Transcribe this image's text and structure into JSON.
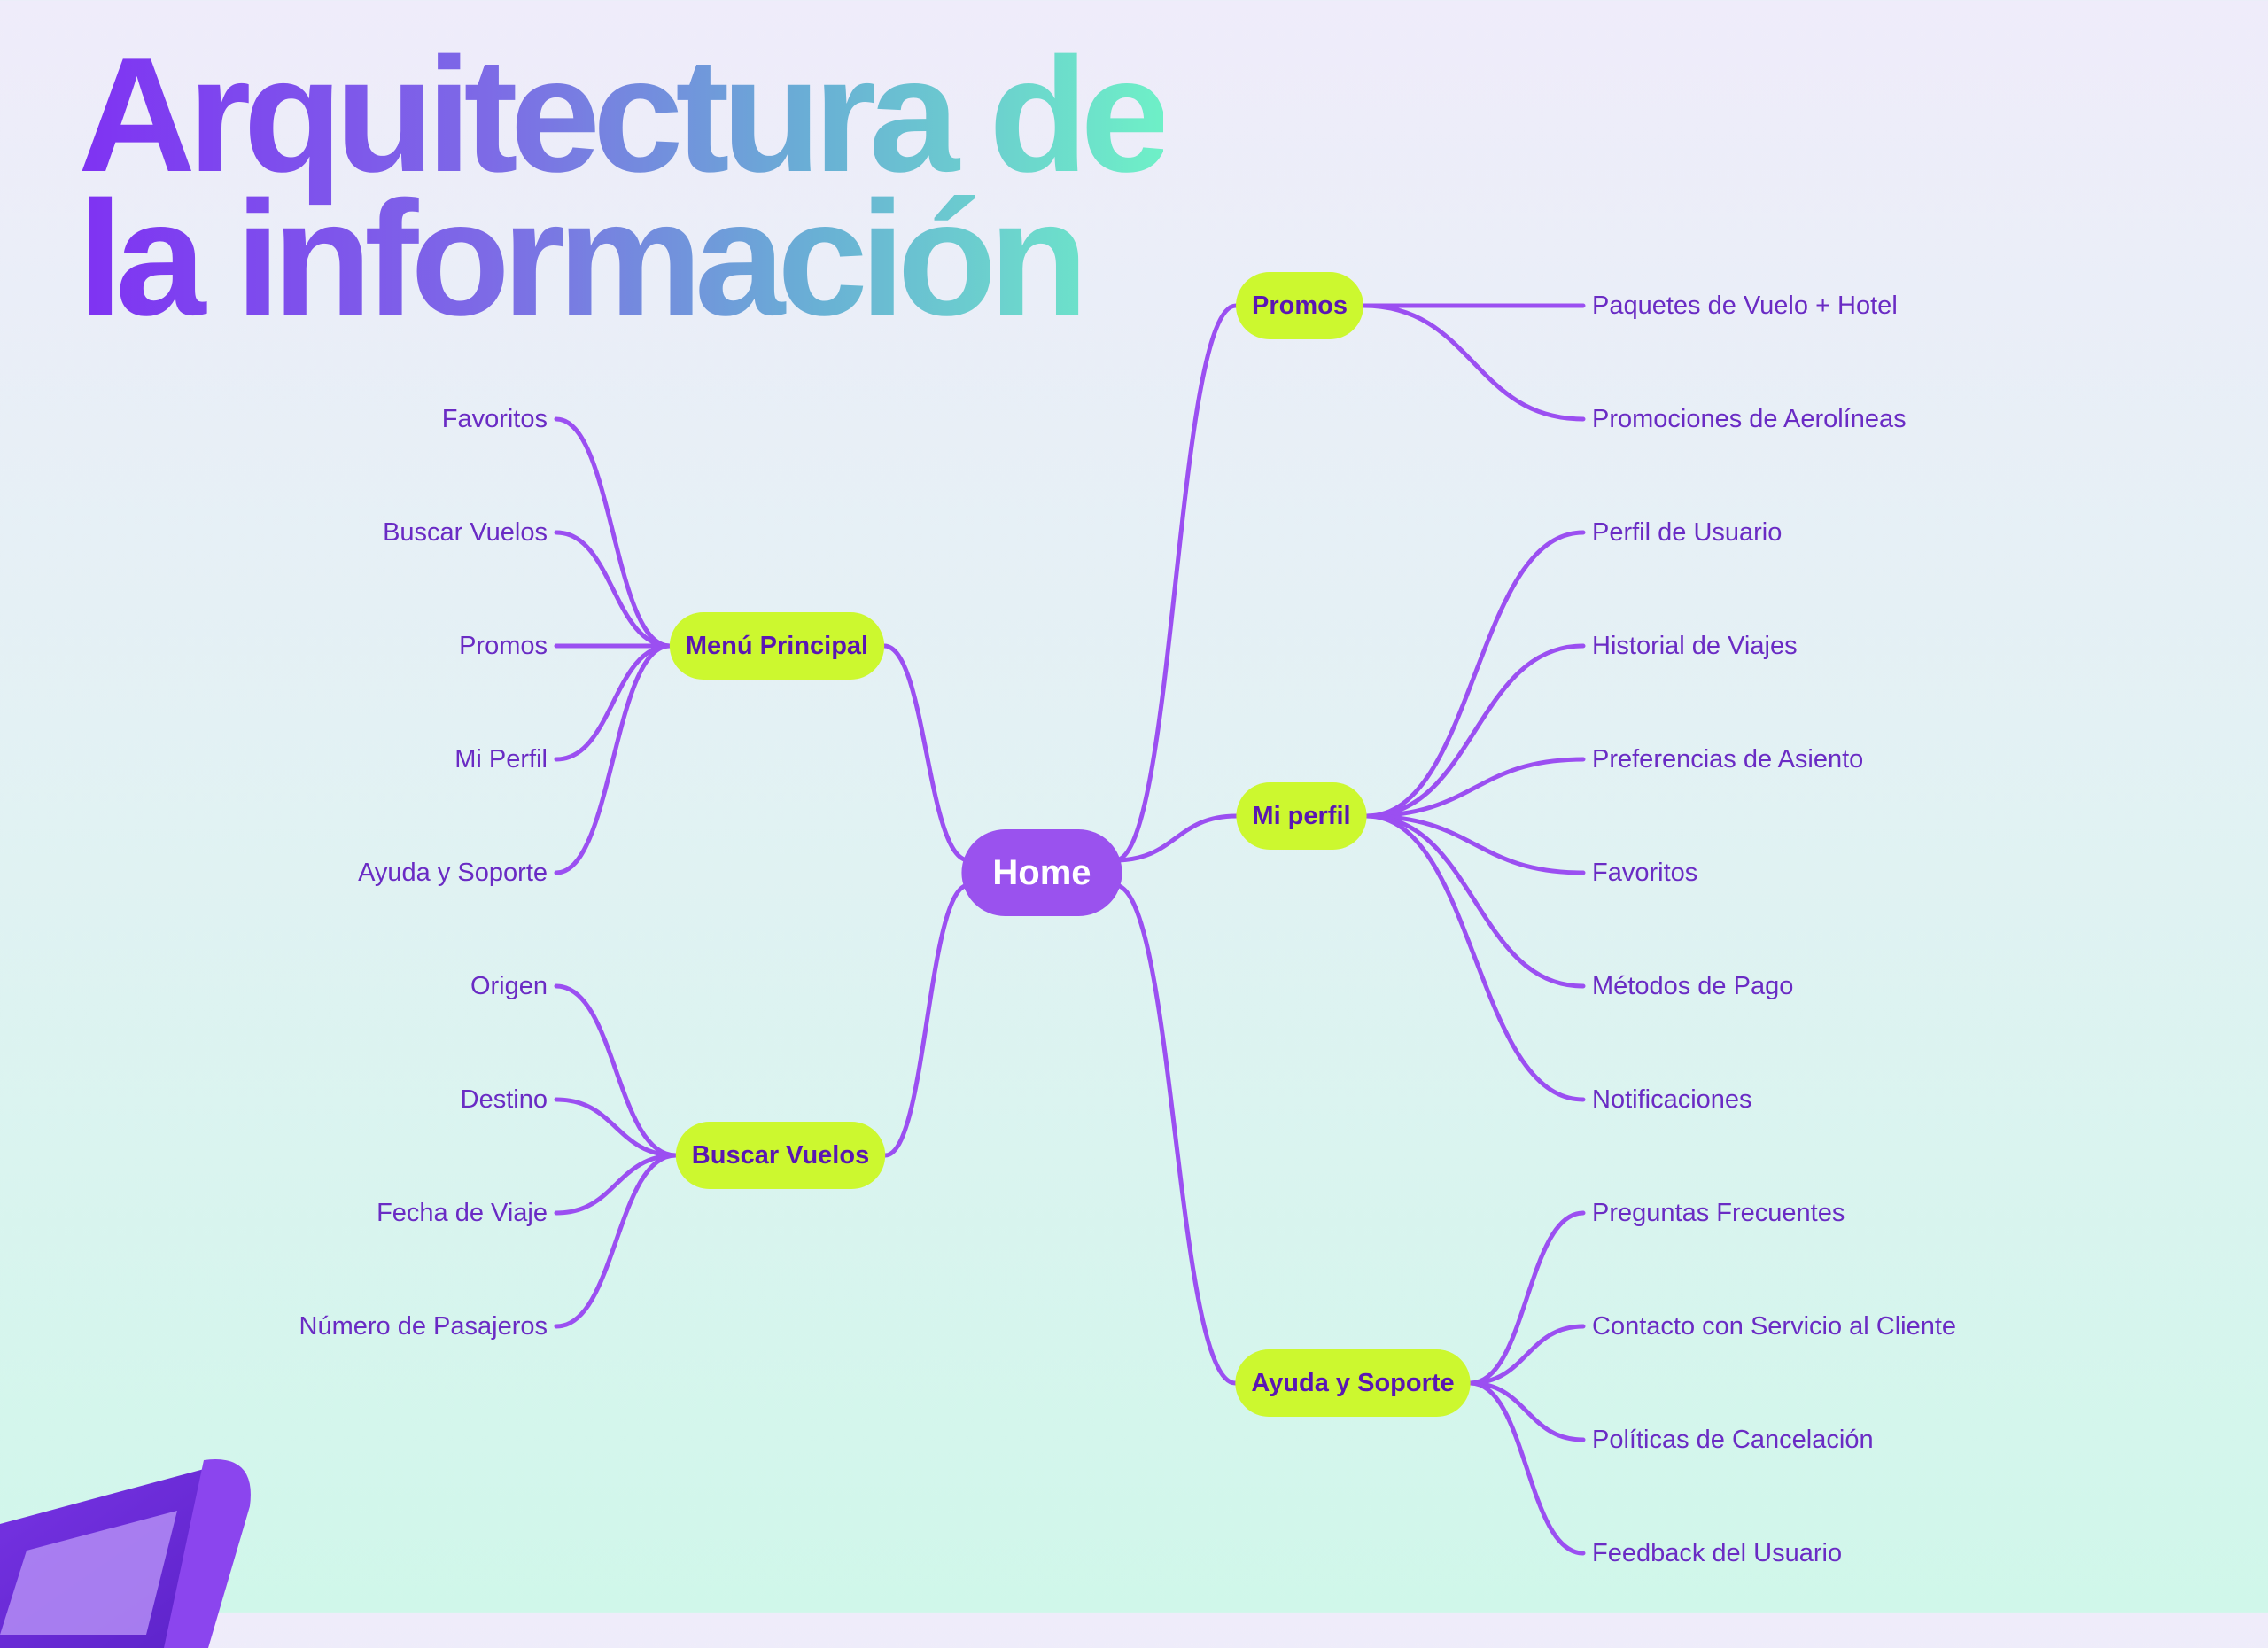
{
  "title": {
    "line1": "Arquitectura de",
    "line2": "la información"
  },
  "colors": {
    "background_top": "#efecfa",
    "background_bottom": "#d0f7ea",
    "title_gradient": [
      "#7f32f3",
      "#69b0d5",
      "#6ef0c7"
    ],
    "root_fill": "#9a52ee",
    "branch_fill": "#ccf82f",
    "connector": "#9b4ff1",
    "text": "#6a2bc4"
  },
  "mindmap": {
    "root": "Home",
    "branches": [
      {
        "label": "Menú Principal",
        "children": [
          "Favoritos",
          "Buscar Vuelos",
          "Promos",
          "Mi Perfil",
          "Ayuda y Soporte"
        ]
      },
      {
        "label": "Buscar Vuelos",
        "children": [
          "Origen",
          "Destino",
          "Fecha de Viaje",
          "Número de Pasajeros"
        ]
      },
      {
        "label": "Promos",
        "children": [
          "Paquetes de Vuelo + Hotel",
          "Promociones de Aerolíneas"
        ]
      },
      {
        "label": "Mi perfil",
        "children": [
          "Perfil de Usuario",
          "Historial de Viajes",
          "Preferencias de Asiento",
          "Favoritos",
          "Métodos de Pago",
          "Notificaciones"
        ]
      },
      {
        "label": "Ayuda y Soporte",
        "children": [
          "Preguntas Frecuentes",
          "Contacto con Servicio al Cliente",
          "Políticas de Cancelación",
          "Feedback del Usuario"
        ]
      }
    ]
  }
}
